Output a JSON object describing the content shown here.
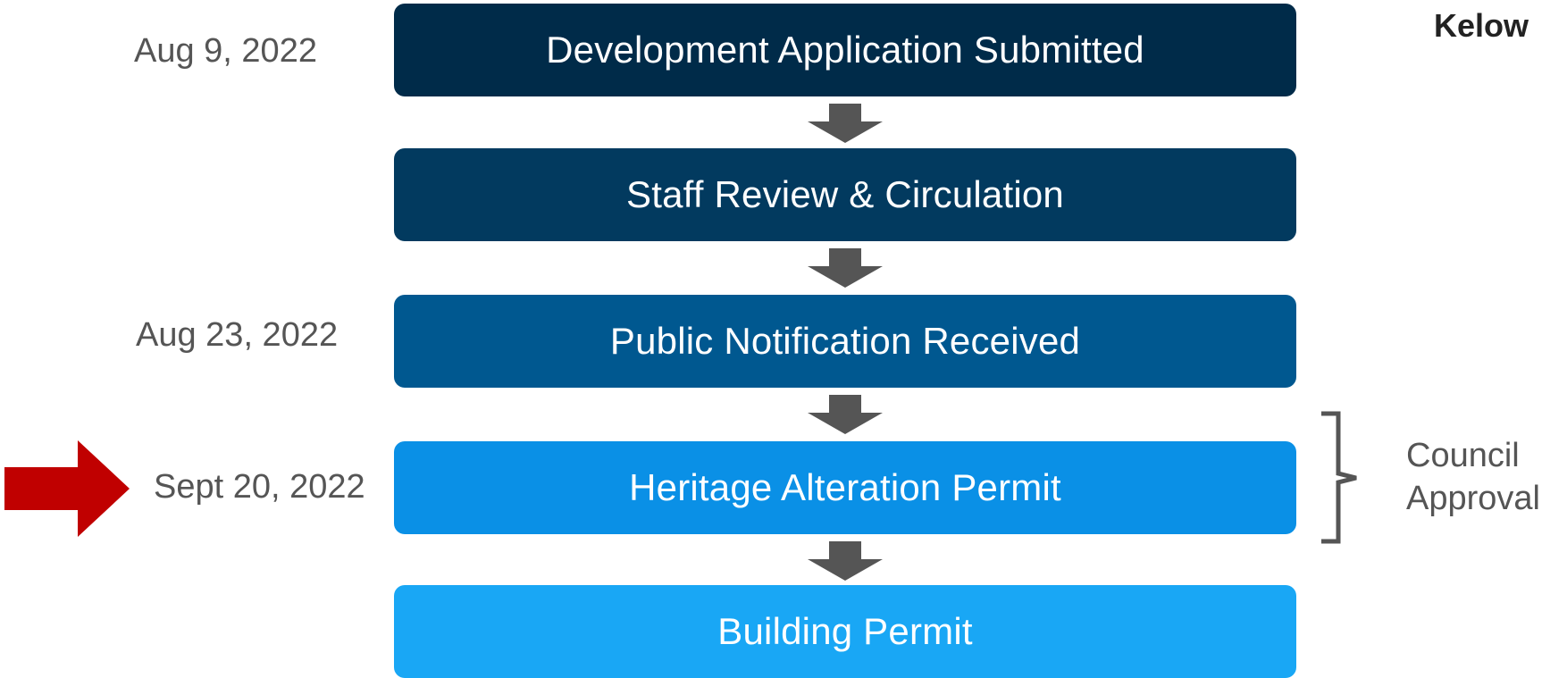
{
  "steps": [
    {
      "label": "Development Application Submitted",
      "color": "#002b49"
    },
    {
      "label": "Staff Review & Circulation",
      "color": "#023a5f"
    },
    {
      "label": "Public Notification Received",
      "color": "#005890"
    },
    {
      "label": "Heritage Alteration Permit",
      "color": "#0a90e6"
    },
    {
      "label": "Building Permit",
      "color": "#19a7f5"
    }
  ],
  "dates": {
    "development_application": "Aug 9, 2022",
    "public_notification": "Aug 23, 2022",
    "heritage_alteration": "Sept 20, 2022"
  },
  "council_approval": {
    "line1": "Council",
    "line2": "Approval"
  },
  "brand": "Kelow",
  "colors": {
    "flow_arrow": "#555555",
    "current_stage_marker": "#c00000",
    "bracket": "#555555"
  },
  "icons": [
    "down-arrow-icon",
    "right-arrow-icon",
    "right-bracket-icon"
  ]
}
